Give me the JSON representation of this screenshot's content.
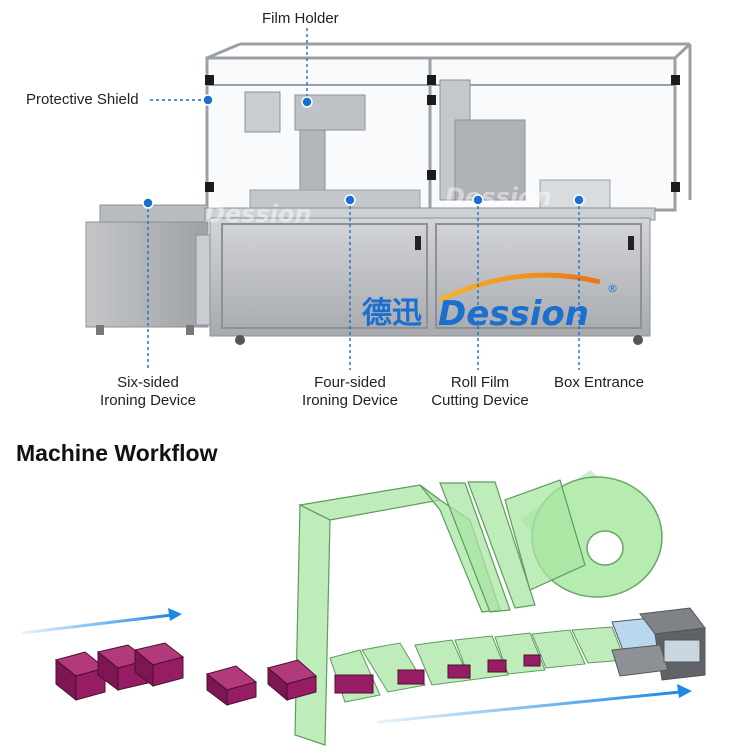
{
  "labels": {
    "film_holder": "Film Holder",
    "protective_shield": "Protective Shield",
    "six_sided_line1": "Six-sided",
    "six_sided_line2": "Ironing Device",
    "four_sided_line1": "Four-sided",
    "four_sided_line2": "Ironing Device",
    "roll_film_line1": "Roll Film",
    "roll_film_line2": "Cutting Device",
    "box_entrance": "Box Entrance"
  },
  "brand": {
    "chinese": "德迅",
    "english": "Dession",
    "registered_mark": "®",
    "watermark": "Dession"
  },
  "workflow": {
    "title": "Machine Workflow"
  },
  "colors": {
    "callout": "#1a6fcf",
    "film": "#a8e6a3",
    "box": "#8e1a5c",
    "arrow": "#1e88e5",
    "steel": "#b9bcc0"
  }
}
